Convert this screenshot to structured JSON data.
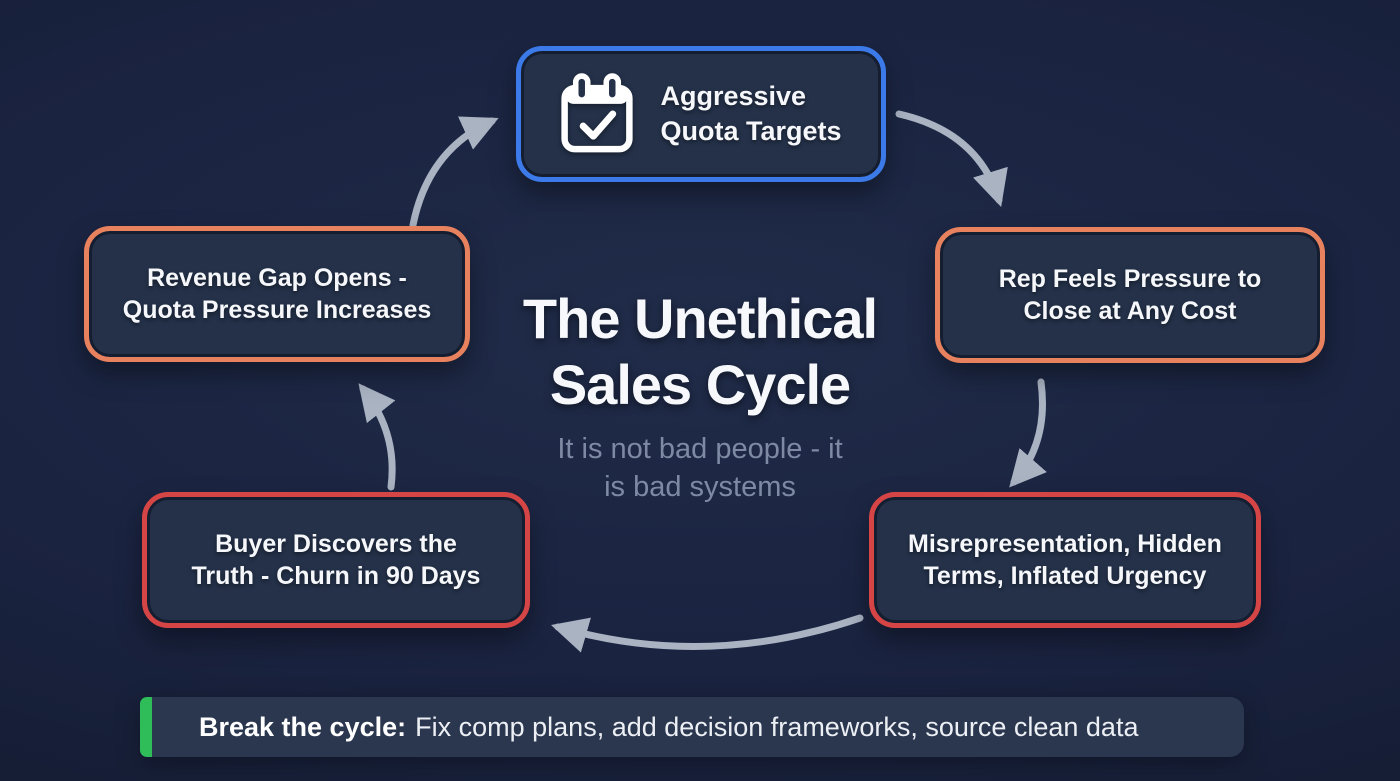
{
  "diagram": {
    "title_line1": "The Unethical",
    "title_line2": "Sales Cycle",
    "subtitle_line1": "It is not bad people - it",
    "subtitle_line2": "is bad systems"
  },
  "nodes": {
    "top": {
      "line1": "Aggressive",
      "line2": "Quota Targets",
      "border_color": "#3b7ae8",
      "icon": "calendar-check-icon"
    },
    "right": {
      "line1": "Rep Feels Pressure to",
      "line2": "Close at Any Cost",
      "border_color": "#e8815e"
    },
    "bottom_right": {
      "line1": "Misrepresentation, Hidden",
      "line2": "Terms, Inflated Urgency",
      "border_color": "#d64545"
    },
    "bottom_left": {
      "line1": "Buyer Discovers the",
      "line2": "Truth - Churn in 90 Days",
      "border_color": "#d64545"
    },
    "left": {
      "line1": "Revenue Gap Opens -",
      "line2": "Quota Pressure Increases",
      "border_color": "#e8815e"
    }
  },
  "callout": {
    "lead": "Break the cycle:",
    "text": "Fix comp plans, add decision frameworks, source clean data",
    "accent_color": "#2ebd59"
  },
  "colors": {
    "background": "#1a2340",
    "node_fill": "#243149",
    "arrow": "#a9b3c2",
    "title": "#f7f8fb",
    "subtitle": "#7e8aa3"
  }
}
